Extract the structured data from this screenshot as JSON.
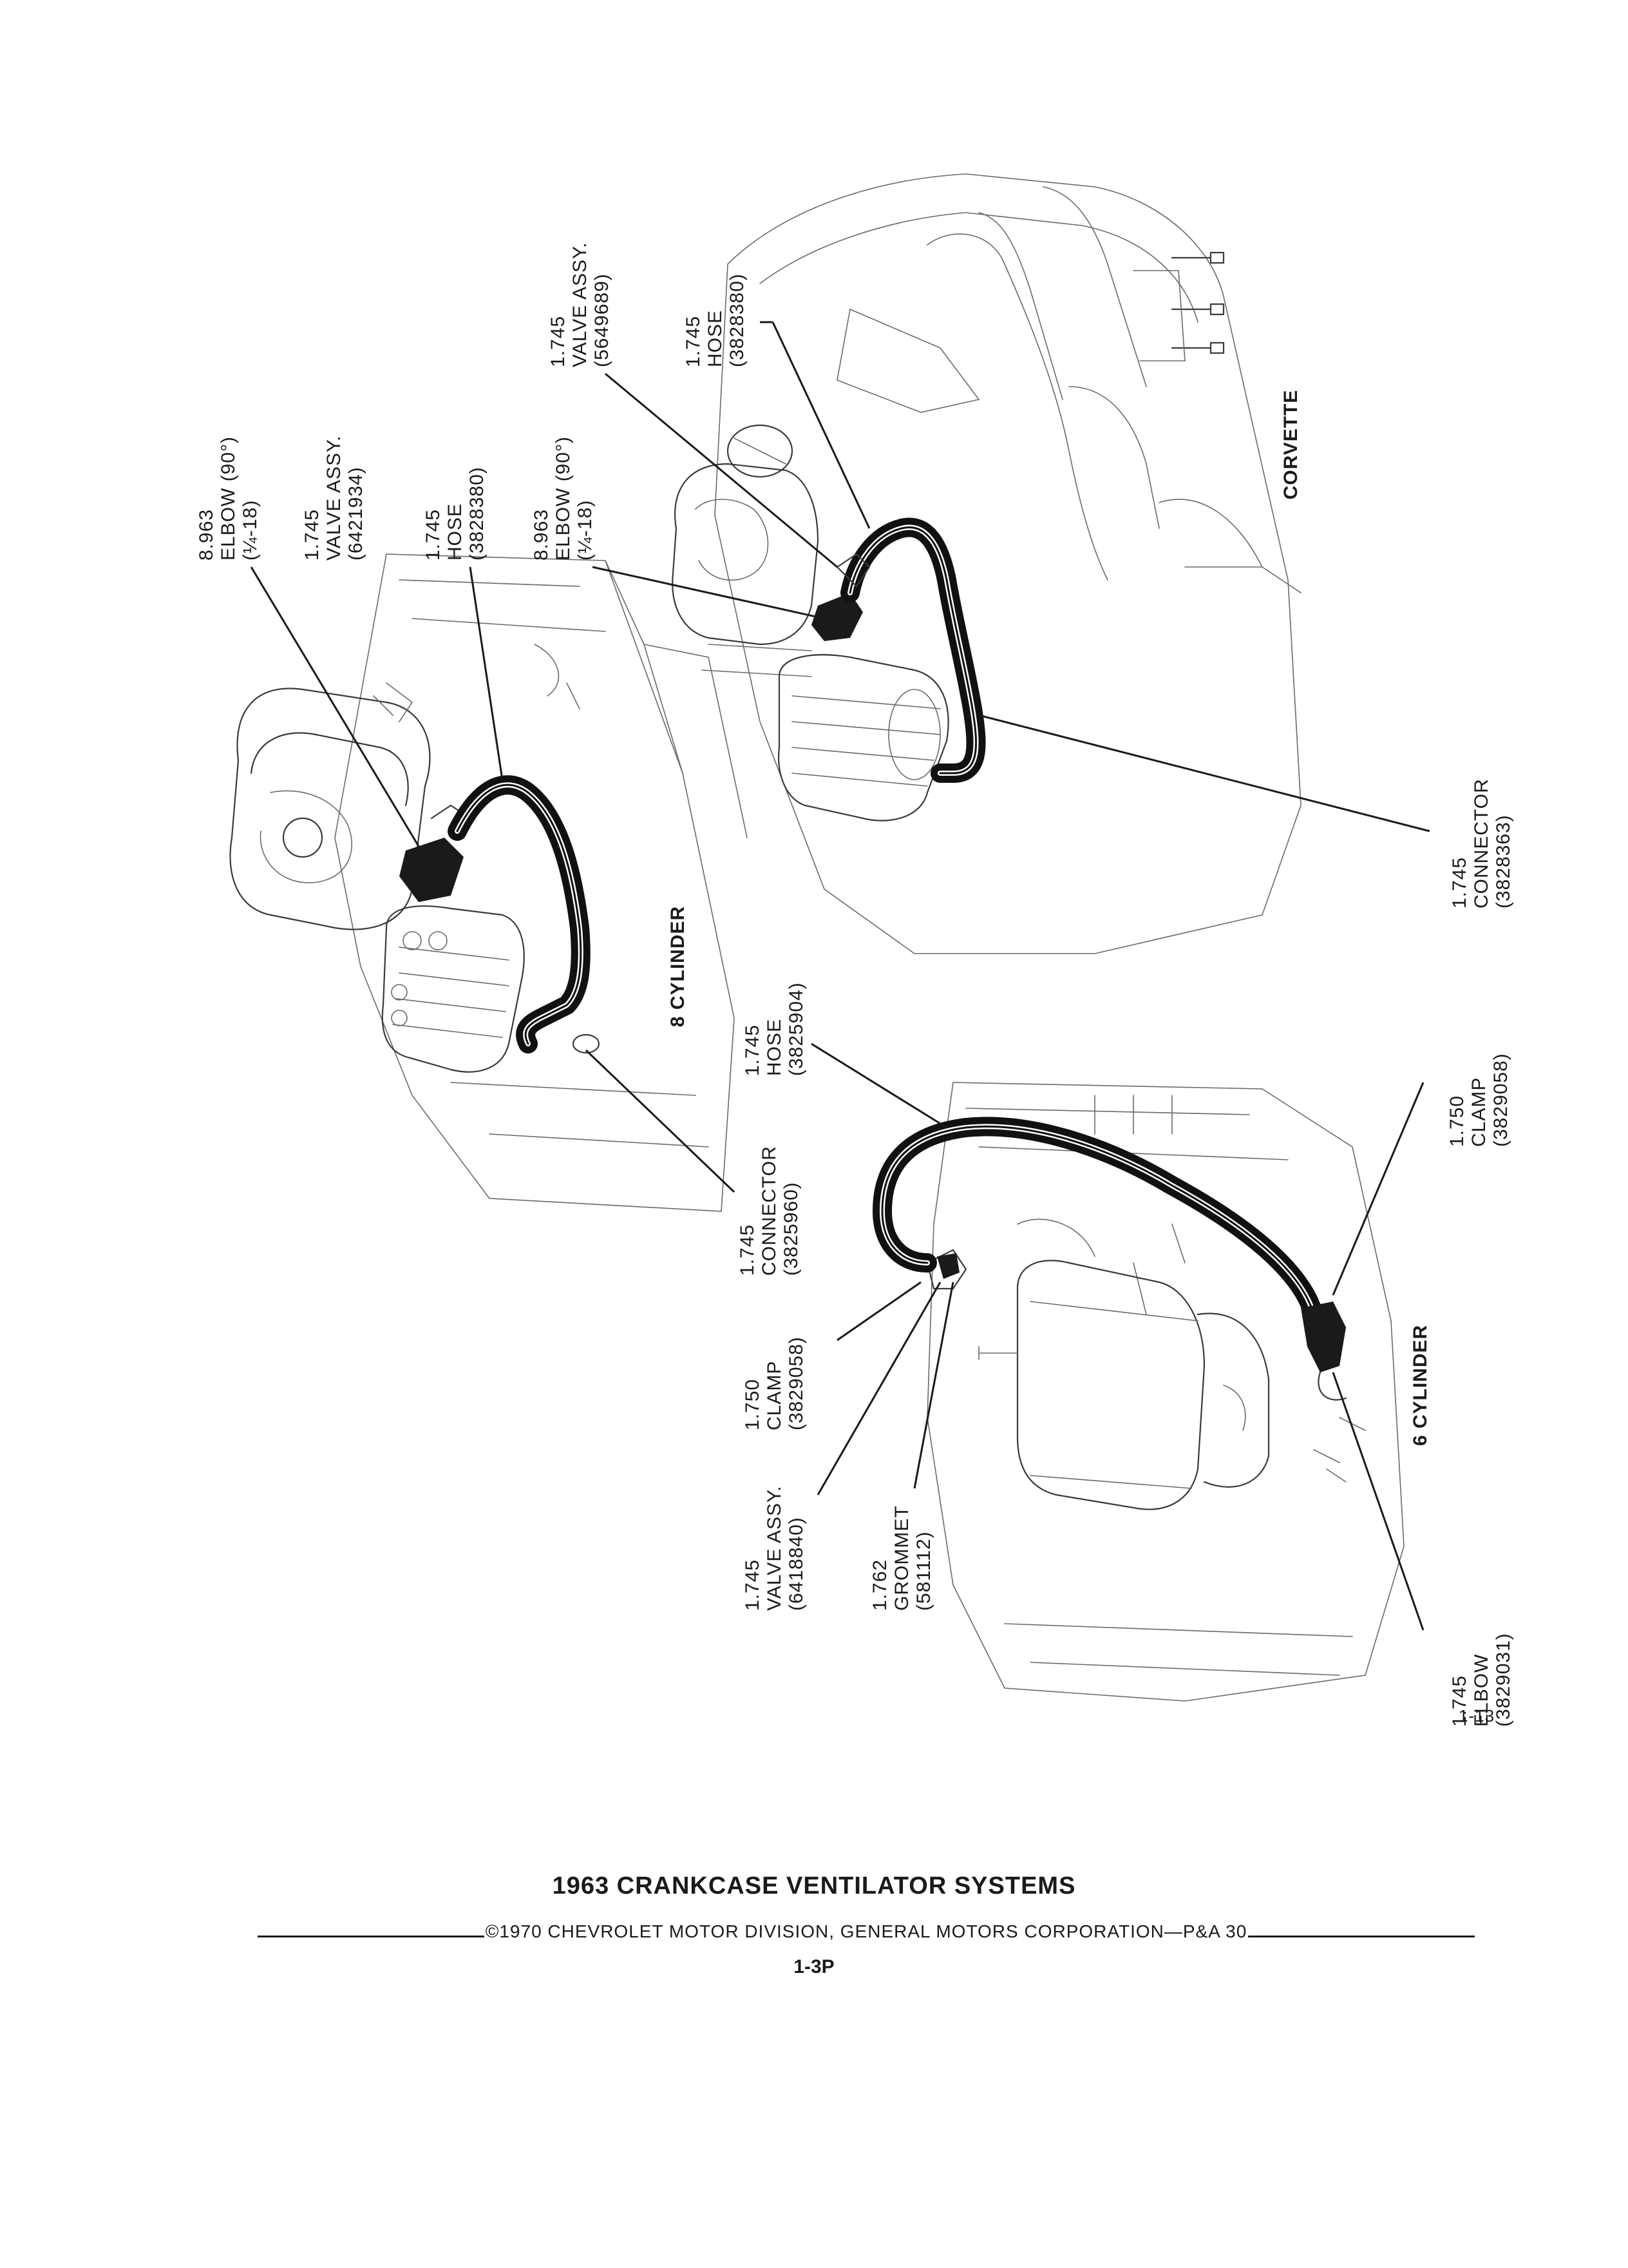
{
  "diagram": {
    "sections": [
      {
        "id": "8-cylinder",
        "title": "8 CYLINDER"
      },
      {
        "id": "corvette",
        "title": "CORVETTE"
      },
      {
        "id": "6-cylinder",
        "title": "6 CYLINDER"
      }
    ],
    "callouts": [
      {
        "section": "8-cylinder",
        "lines": [
          "8.963",
          "ELBOW (90°)",
          "(¼-18)"
        ]
      },
      {
        "section": "8-cylinder",
        "lines": [
          "1.745",
          "VALVE ASSY.",
          "(6421934)"
        ]
      },
      {
        "section": "8-cylinder",
        "lines": [
          "1.745",
          "HOSE",
          "(3828380)"
        ]
      },
      {
        "section": "8-cylinder",
        "lines": [
          "1.745",
          "CONNECTOR",
          "(3825960)"
        ]
      },
      {
        "section": "corvette",
        "lines": [
          "1.745",
          "VALVE ASSY.",
          "(5649689)"
        ]
      },
      {
        "section": "corvette",
        "lines": [
          "1.745",
          "HOSE",
          "(3828380)"
        ]
      },
      {
        "section": "corvette",
        "lines": [
          "8.963",
          "ELBOW (90°)",
          "(¼-18)"
        ]
      },
      {
        "section": "corvette",
        "lines": [
          "1.745",
          "CONNECTOR",
          "(3828363)"
        ]
      },
      {
        "section": "6-cylinder",
        "lines": [
          "1.745",
          "HOSE",
          "(3825904)"
        ]
      },
      {
        "section": "6-cylinder",
        "lines": [
          "1.750",
          "CLAMP",
          "(3829058)"
        ]
      },
      {
        "section": "6-cylinder",
        "lines": [
          "1.750",
          "CLAMP",
          "(3829058)"
        ]
      },
      {
        "section": "6-cylinder",
        "lines": [
          "1.745",
          "VALVE ASSY.",
          "(6418840)"
        ]
      },
      {
        "section": "6-cylinder",
        "lines": [
          "1.762",
          "GROMMET",
          "(581112)"
        ]
      },
      {
        "section": "6-cylinder",
        "lines": [
          "1.745",
          "ELBOW",
          "(3829031)"
        ]
      }
    ]
  },
  "figure_number": "1-13",
  "page_title": "1963 CRANKCASE VENTILATOR SYSTEMS",
  "copyright": "©1970 CHEVROLET MOTOR DIVISION, GENERAL MOTORS CORPORATION—P&A 30",
  "page_number": "1-3P"
}
